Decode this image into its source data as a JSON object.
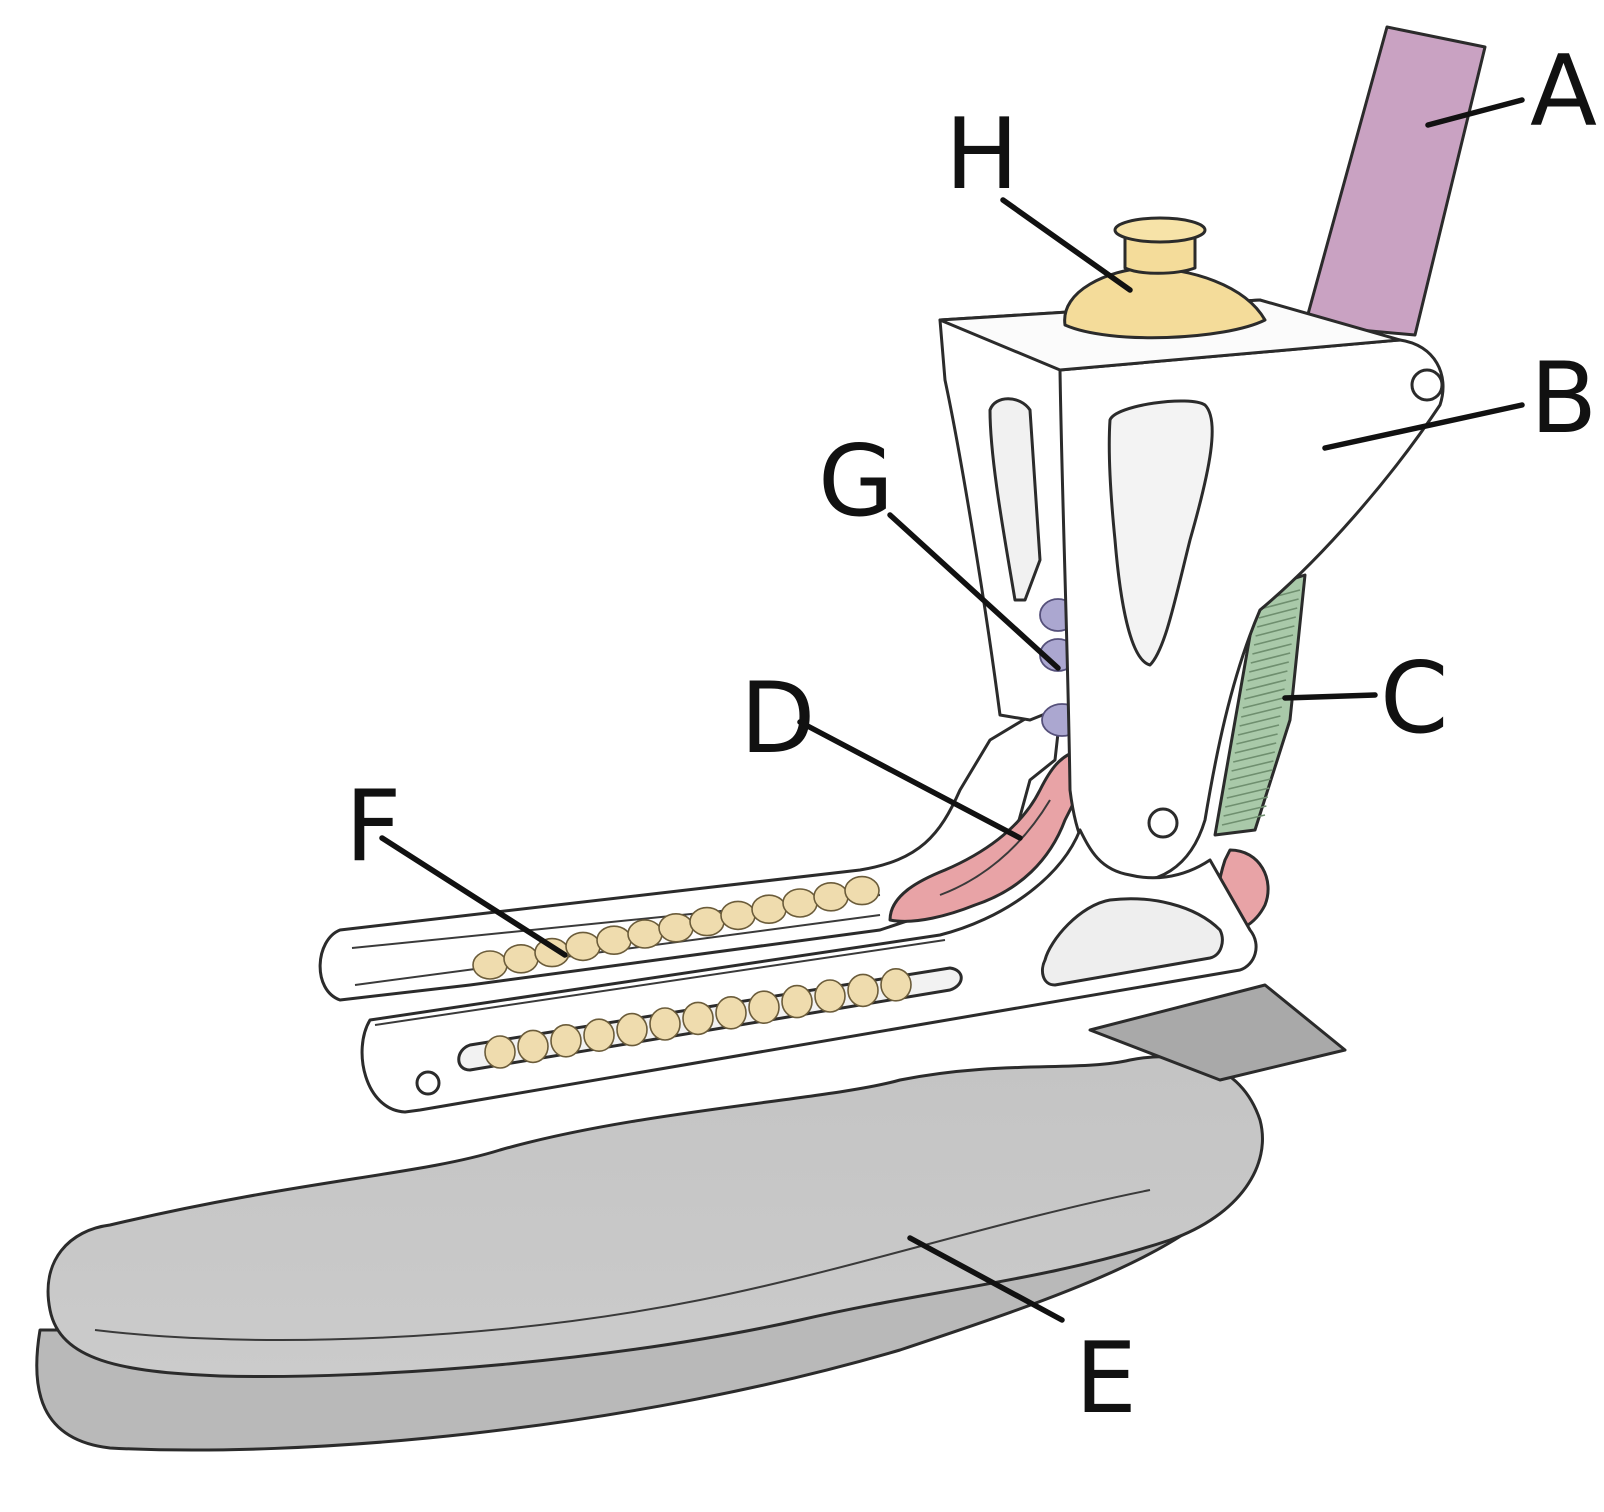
{
  "labels": {
    "A": "A",
    "B": "B",
    "C": "C",
    "D": "D",
    "E": "E",
    "F": "F",
    "G": "G",
    "H": "H"
  },
  "colors": {
    "pylon": "#c9a2c2",
    "frame": "#ffffff",
    "cap": "#f4dc9a",
    "spring_upper": "#aba7d0",
    "spring_heel": "#a9c9a9",
    "bumper": "#e8a3a6",
    "sole": "#c6c6c6",
    "toe_springs": "#efdcae"
  },
  "icons": {
    "A": "pylon-tube",
    "B": "ankle-frame",
    "C": "heel-spring",
    "D": "elastic-bumper",
    "E": "foot-sole",
    "F": "toe-springs",
    "G": "coil-spring",
    "H": "adjustment-cap"
  }
}
